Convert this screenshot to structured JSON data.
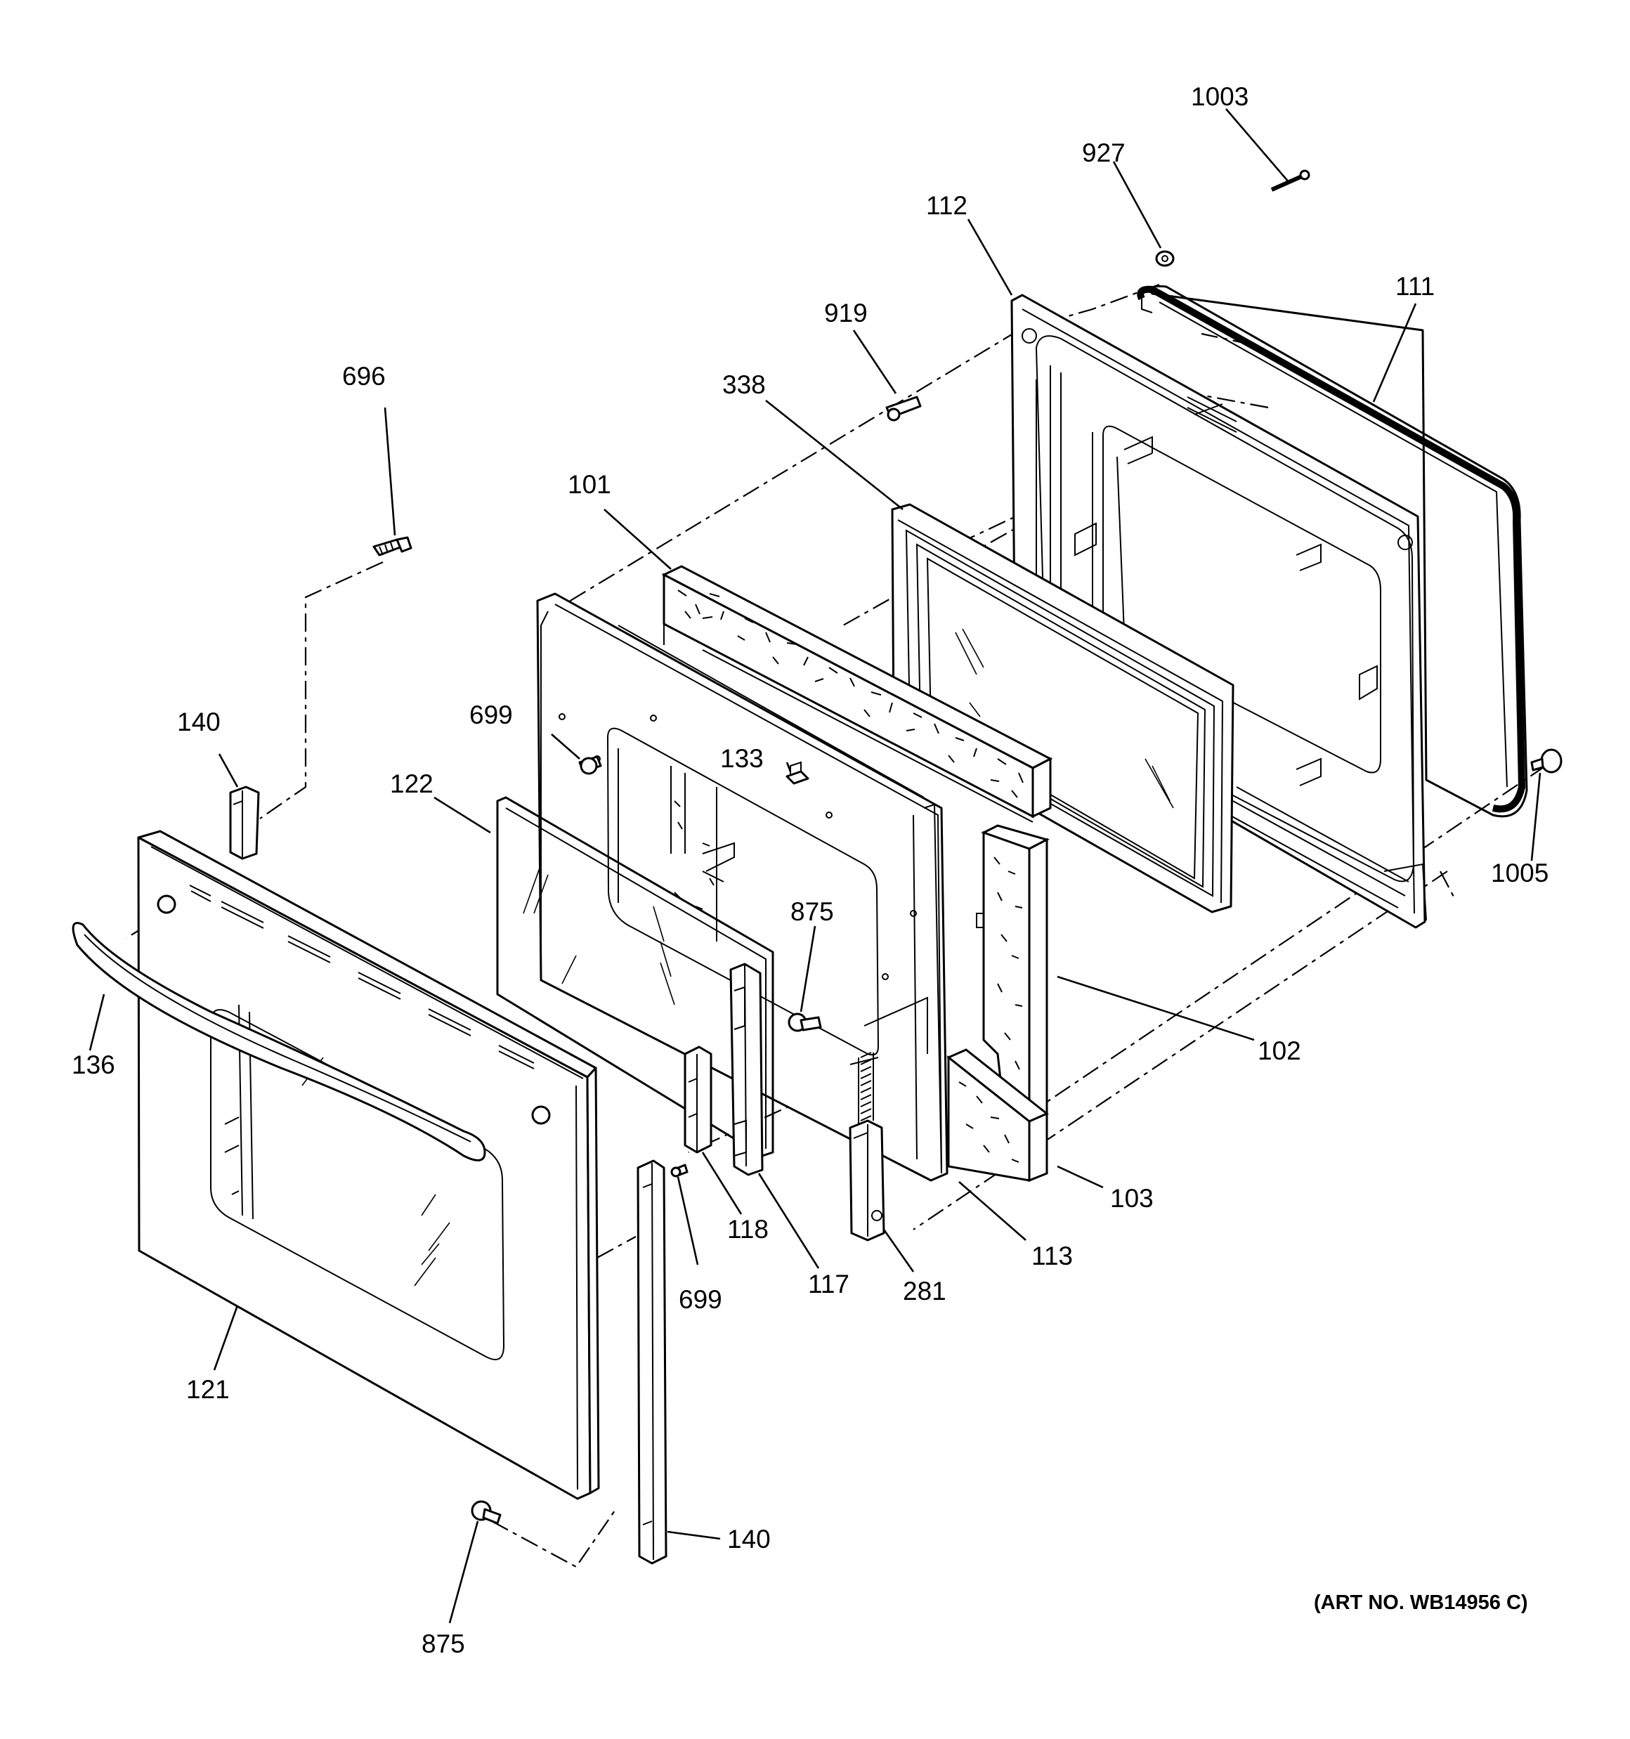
{
  "callouts": {
    "c1003": "1003",
    "c927": "927",
    "c112": "112",
    "c111": "111",
    "c919": "919",
    "c696": "696",
    "c338": "338",
    "c101": "101",
    "c699a": "699",
    "c133": "133",
    "c122": "122",
    "c140a": "140",
    "c136": "136",
    "c875a": "875",
    "c1005": "1005",
    "c102": "102",
    "c103": "103",
    "c118": "118",
    "c117": "117",
    "c113": "113",
    "c281": "281",
    "c699b": "699",
    "c121": "121",
    "c140b": "140",
    "c875b": "875"
  },
  "art_number": "(ART NO. WB14956 C)"
}
